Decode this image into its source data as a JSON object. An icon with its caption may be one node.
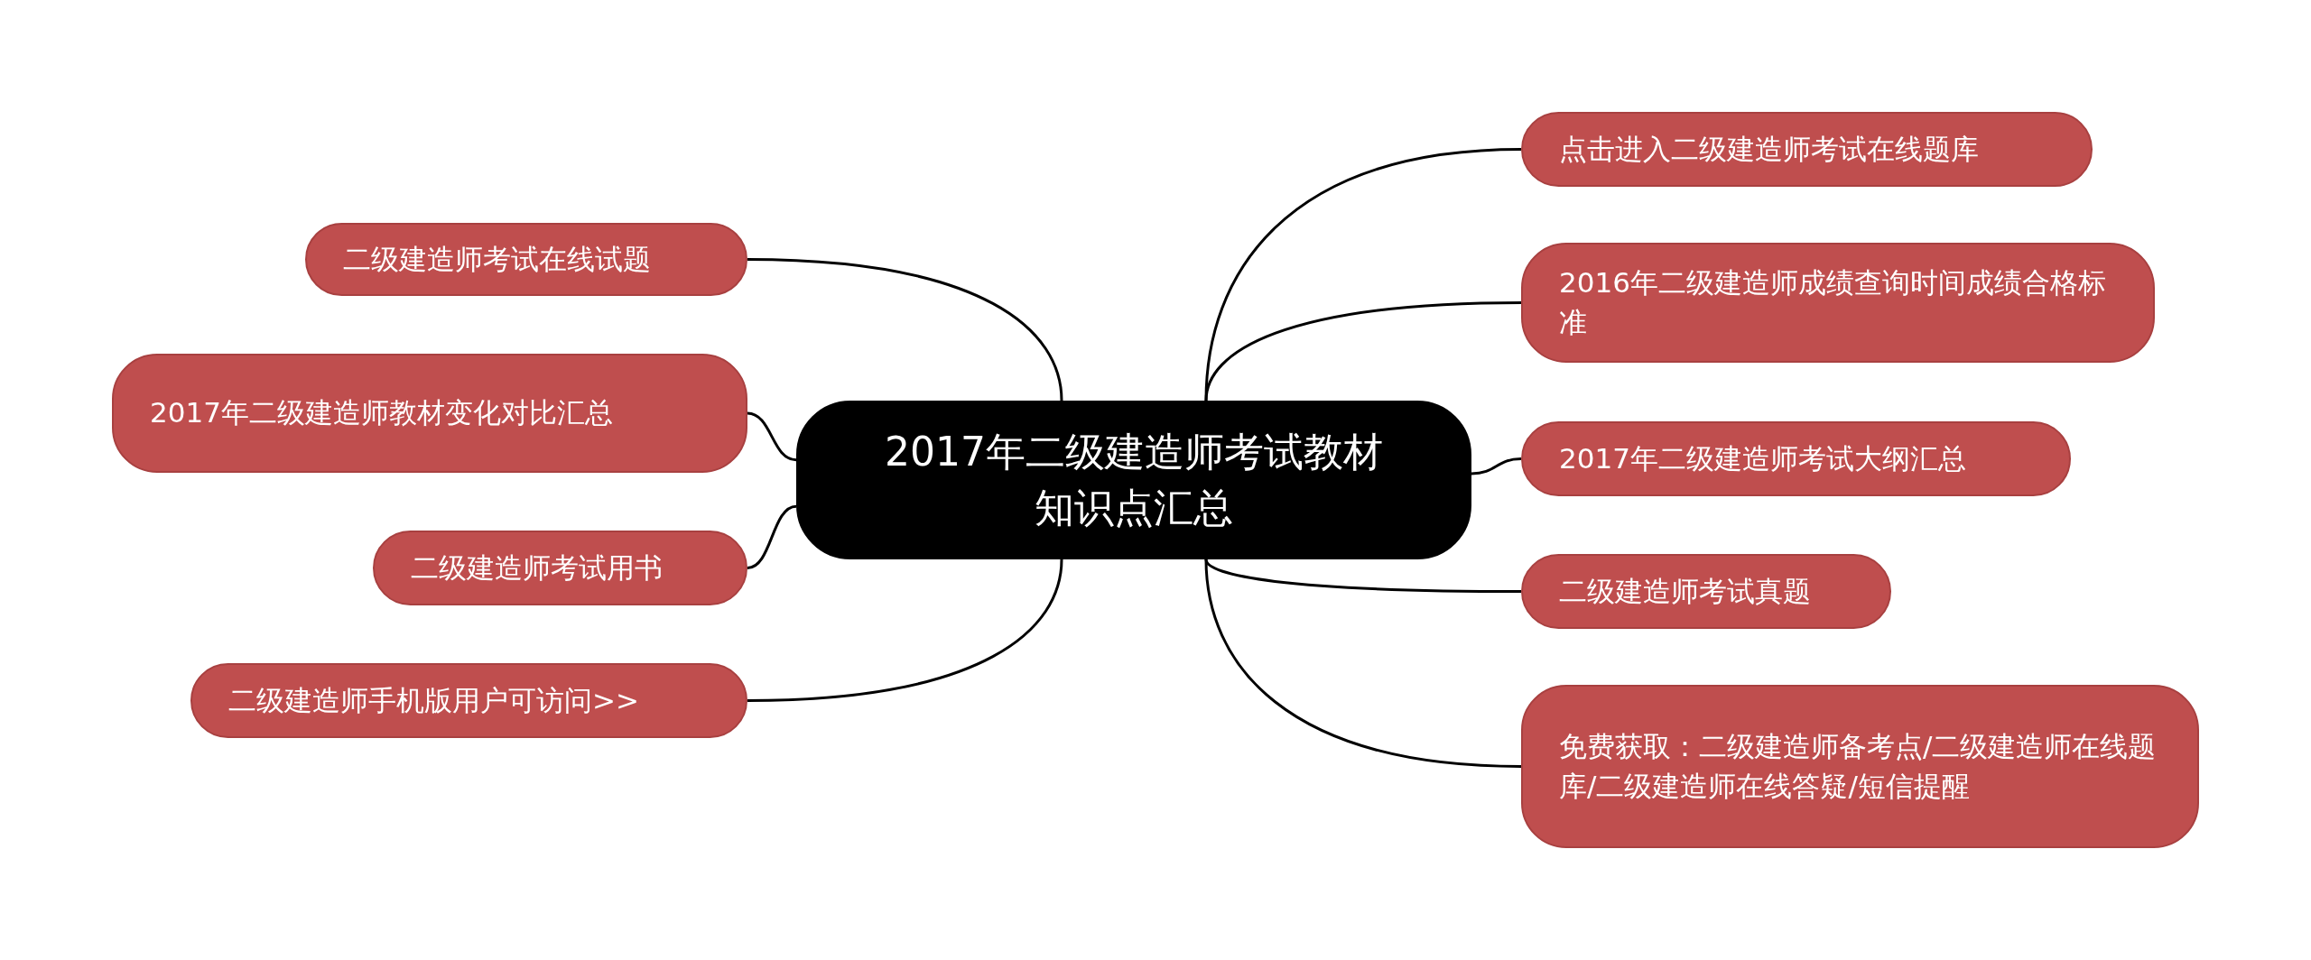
{
  "diagram": {
    "nodes": [
      {
        "text": [
          "2017年二级建造师考试教材知识点汇总"
        ]
      },
      {
        "text": [
          "点击进入二级建造师考试在线题库"
        ]
      },
      {
        "text": [
          "2016年二级建造师成绩查询时间成绩合格标准"
        ]
      },
      {
        "text": [
          "2017年二级建造师考试大纲汇总"
        ]
      },
      {
        "text": [
          "二级建造师考试真题"
        ]
      },
      {
        "text": [
          "免费获取：二级建造师备考点/二级建造师在线题库/二级建造师在线答疑/短信提醒"
        ]
      },
      {
        "text": [
          "二级建造师考试在线试题"
        ]
      },
      {
        "text": [
          "2017年二级建造师教材变化对比汇总"
        ]
      },
      {
        "text": [
          "二级建造师考试用书"
        ]
      },
      {
        "text": [
          "二级建造师手机版用户可访问>>"
        ]
      }
    ],
    "edges": [
      {
        "from": 0,
        "to": 1,
        "arrow": "none"
      },
      {
        "from": 0,
        "to": 2,
        "arrow": "none"
      },
      {
        "from": 0,
        "to": 3,
        "arrow": "none"
      },
      {
        "from": 0,
        "to": 4,
        "arrow": "none"
      },
      {
        "from": 0,
        "to": 5,
        "arrow": "none"
      },
      {
        "from": 0,
        "to": 6,
        "arrow": "none"
      },
      {
        "from": 0,
        "to": 7,
        "arrow": "none"
      },
      {
        "from": 0,
        "to": 8,
        "arrow": "none"
      },
      {
        "from": 0,
        "to": 9,
        "arrow": "none"
      }
    ]
  }
}
